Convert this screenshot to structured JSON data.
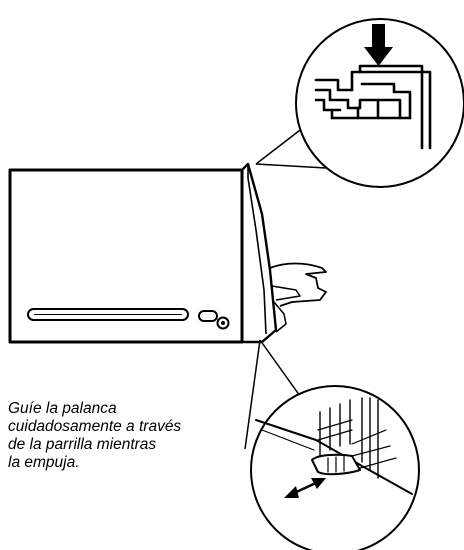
{
  "caption": {
    "lines": [
      "Guíe la palanca",
      "cuidadosamente a través",
      "de la parrilla mientras",
      "la empuja."
    ]
  },
  "colors": {
    "ink": "#000000",
    "paper": "#ffffff"
  },
  "icons": {
    "top_detail_arrow": "arrow-down-icon",
    "bottom_detail_arrow": "double-arrow-icon"
  }
}
